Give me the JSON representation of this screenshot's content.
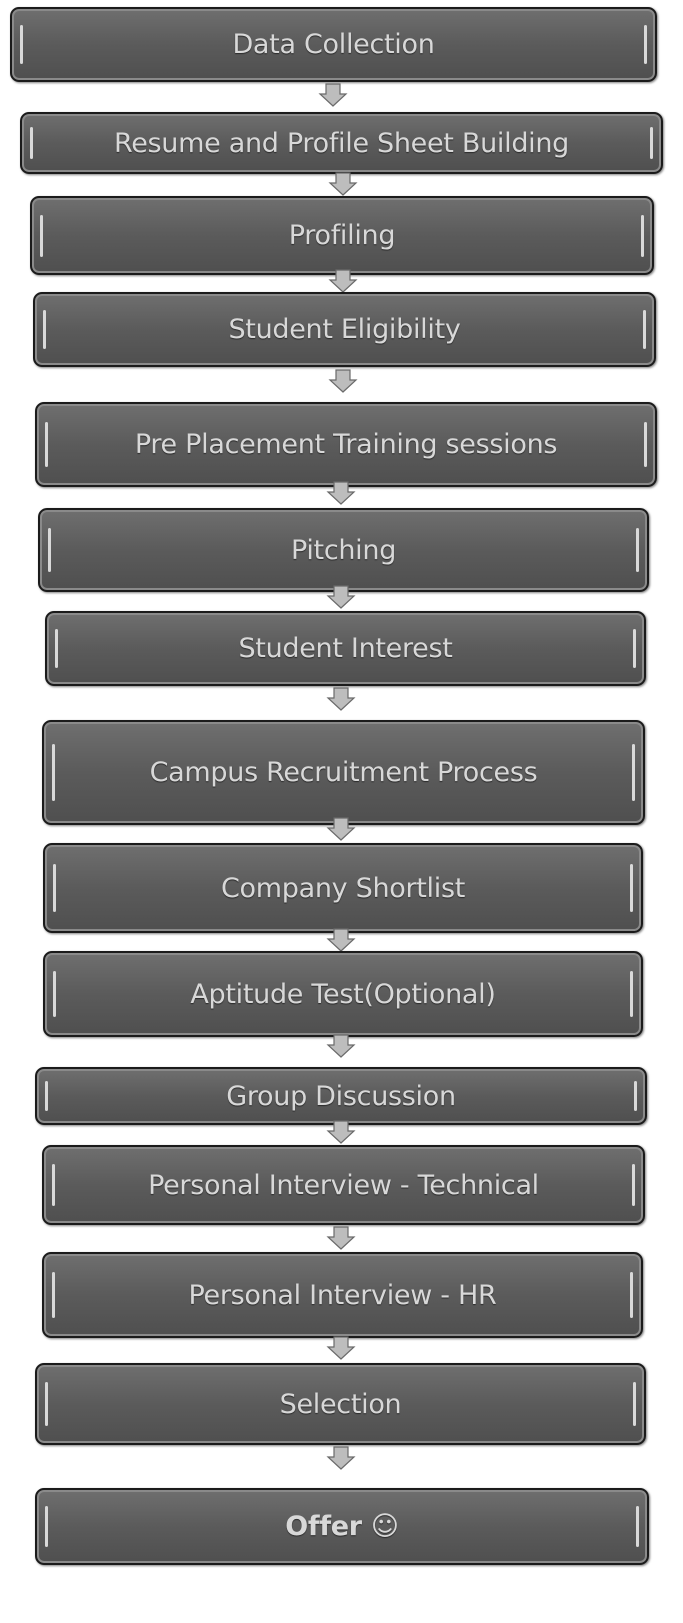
{
  "steps": [
    "Data Collection",
    "Resume and Profile Sheet Building",
    "Profiling",
    "Student Eligibility",
    "Pre Placement Training sessions",
    "Pitching",
    "Student Interest",
    "Campus Recruitment Process",
    "Company Shortlist",
    "Aptitude Test(Optional)",
    "Group Discussion",
    "Personal Interview - Technical",
    "Personal Interview - HR",
    "Selection",
    "Offer ☺"
  ],
  "colors": {
    "box_fill": "#5f5f5f",
    "box_border": "#1b1b1b",
    "text": "#d8d8d8",
    "arrow_fill": "#bdbdbd"
  },
  "icons": {
    "connector": "down-arrow-icon",
    "offer_glyph": "smiley-icon"
  }
}
